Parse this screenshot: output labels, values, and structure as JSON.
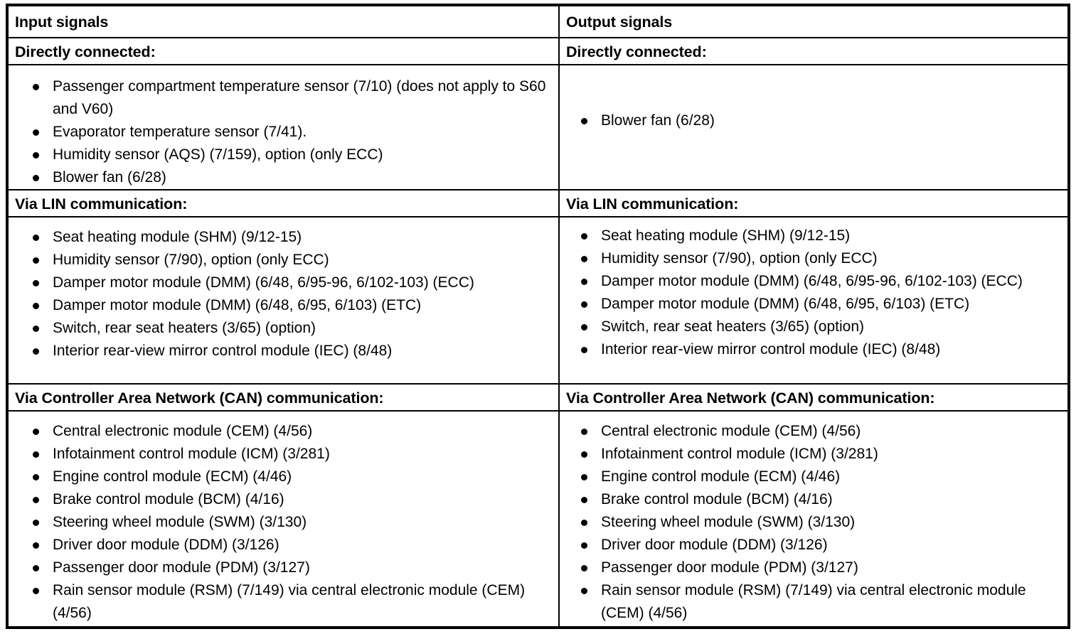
{
  "table": {
    "columns": [
      {
        "id": "input",
        "header": "Input signals"
      },
      {
        "id": "output",
        "header": "Output signals"
      }
    ],
    "sections": [
      {
        "id": "directly-connected",
        "heading_left": "Directly connected:",
        "heading_right": "Directly connected:",
        "left_items": [
          "Passenger compartment temperature sensor (7/10) (does not apply to S60 and V60)",
          "Evaporator temperature sensor (7/41).",
          "Humidity sensor (AQS) (7/159), option (only ECC)",
          "Blower fan (6/28)"
        ],
        "right_items": [
          "Blower fan (6/28)"
        ]
      },
      {
        "id": "via-lin-communication",
        "heading_left": "Via LIN communication:",
        "heading_right": "Via LIN communication:",
        "left_items": [
          "Seat heating module (SHM) (9/12-15)",
          "Humidity sensor (7/90), option (only ECC)",
          "Damper motor module (DMM) (6/48, 6/95-96, 6/102-103) (ECC)",
          "Damper motor module (DMM) (6/48, 6/95, 6/103) (ETC)",
          "Switch, rear seat heaters (3/65) (option)",
          "Interior rear-view mirror control module (IEC) (8/48)"
        ],
        "right_items": [
          "Seat heating module (SHM) (9/12-15)",
          "Humidity sensor (7/90), option (only ECC)",
          "Damper motor module (DMM) (6/48, 6/95-96, 6/102-103) (ECC)",
          "Damper motor module (DMM) (6/48, 6/95, 6/103) (ETC)",
          "Switch, rear seat heaters (3/65) (option)",
          "Interior rear-view mirror control module (IEC) (8/48)"
        ]
      },
      {
        "id": "via-can-communication",
        "heading_left": "Via Controller Area Network (CAN) communication:",
        "heading_right": "Via Controller Area Network (CAN) communication:",
        "left_items": [
          "Central electronic module (CEM) (4/56)",
          "Infotainment control module (ICM) (3/281)",
          "Engine control module (ECM) (4/46)",
          "Brake control module (BCM) (4/16)",
          "Steering wheel module (SWM) (3/130)",
          "Driver door module (DDM) (3/126)",
          "Passenger door module (PDM) (3/127)",
          "Rain sensor module (RSM) (7/149) via central electronic module (CEM) (4/56)"
        ],
        "right_items": [
          "Central electronic module (CEM) (4/56)",
          "Infotainment control module (ICM) (3/281)",
          "Engine control module (ECM) (4/46)",
          "Brake control module (BCM) (4/16)",
          "Steering wheel module (SWM) (3/130)",
          "Driver door module (DDM) (3/126)",
          "Passenger door module (PDM) (3/127)",
          "Rain sensor module (RSM) (7/149) via central electronic module (CEM) (4/56)"
        ]
      }
    ]
  },
  "colors": {
    "border": "#000000",
    "text": "#000000",
    "background": "#ffffff"
  }
}
